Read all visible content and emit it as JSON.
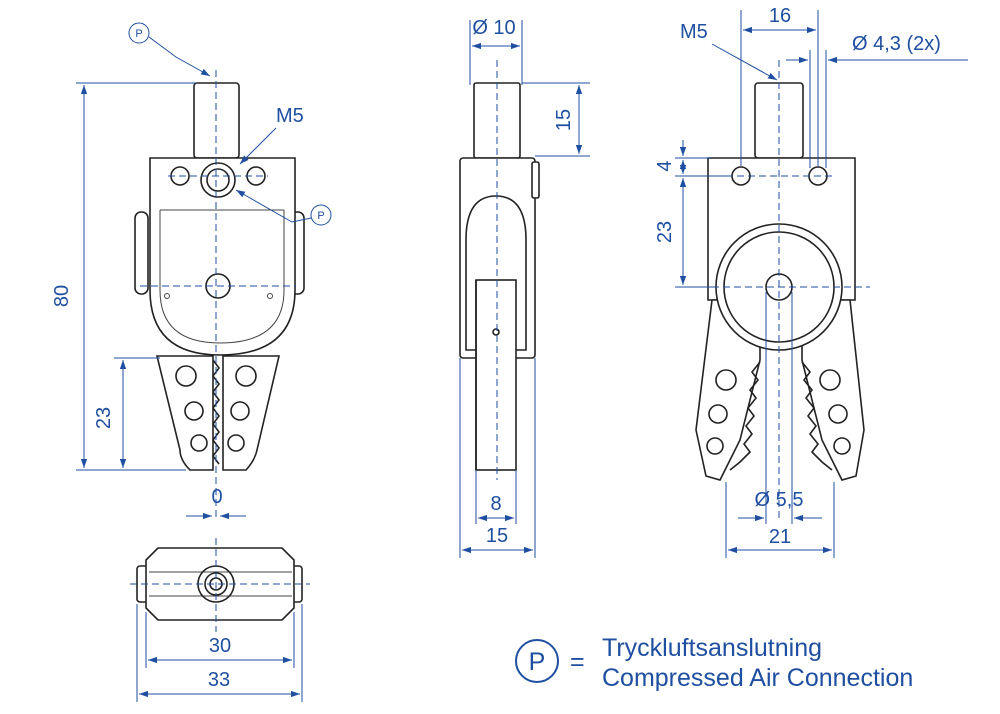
{
  "symbols": {
    "pressure": "P"
  },
  "front_view": {
    "height_total": "80",
    "tip_length": "23",
    "thread": "M5",
    "offset": "0"
  },
  "side_view": {
    "pin_diameter": "Ø 10",
    "pin_length": "15",
    "inner_width": "8",
    "outer_width": "15"
  },
  "right_view": {
    "thread": "M5",
    "hole_spacing": "16",
    "hole_diameter": "Ø 4,3 (2x)",
    "top_offset": "4",
    "center_offset": "23",
    "bore_diameter": "Ø 5,5",
    "jaw_width": "21"
  },
  "bottom_view": {
    "inner_width": "30",
    "outer_width": "33"
  },
  "legend": {
    "symbol": "P",
    "equals": "=",
    "line1": "Tryckluftsanslutning",
    "line2": "Compressed Air Connection"
  },
  "colors": {
    "dimension": "#1f4fa0",
    "outline": "#222222"
  }
}
